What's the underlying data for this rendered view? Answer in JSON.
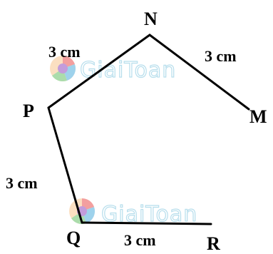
{
  "points": {
    "N": "N",
    "M": "M",
    "P": "P",
    "Q": "Q",
    "R": "R"
  },
  "lengths": {
    "PN": "3 cm",
    "NM": "3 cm",
    "PQ": "3 cm",
    "QR": "3 cm"
  },
  "watermark": {
    "text": "GiaiToan"
  },
  "colors": {
    "line": "#000000",
    "watermark_text": "#9fd3e6",
    "watermark_red": "#f08080",
    "watermark_blue": "#7ec3e6",
    "watermark_purple": "#b07ccf",
    "watermark_orange": "#f5b36a",
    "watermark_green": "#8fd18f"
  }
}
